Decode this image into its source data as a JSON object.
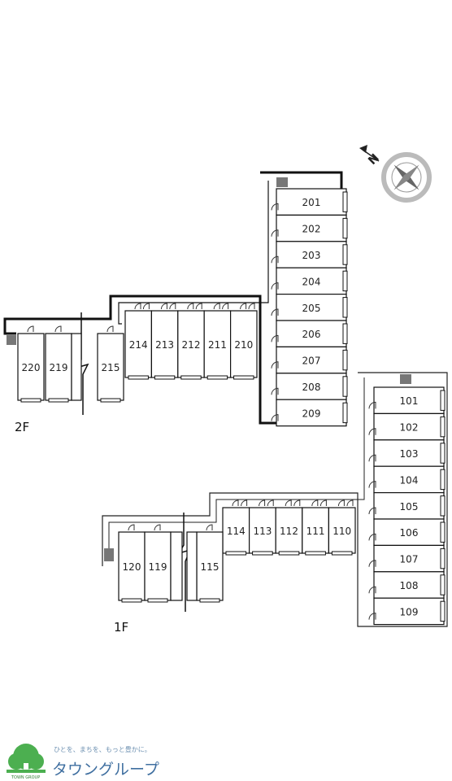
{
  "floors": {
    "second": {
      "label": "2F",
      "units_right": [
        "201",
        "202",
        "203",
        "204",
        "205",
        "206",
        "207",
        "208",
        "209"
      ],
      "units_row": [
        "214",
        "213",
        "212",
        "211",
        "210"
      ],
      "units_left": [
        "220",
        "219",
        "215"
      ]
    },
    "first": {
      "label": "1F",
      "units_right": [
        "101",
        "102",
        "103",
        "104",
        "105",
        "106",
        "107",
        "108",
        "109"
      ],
      "units_row": [
        "114",
        "113",
        "112",
        "111",
        "110"
      ],
      "units_left": [
        "120",
        "119",
        "115"
      ]
    }
  },
  "compass": {
    "label": "N",
    "icon": "compass-icon"
  },
  "logo": {
    "tagline": "ひとを、まちを、もっと豊かに。",
    "name": "タウングループ",
    "sub": "TOWN GROUP",
    "color": "#3f6fa0",
    "tree_color": "#4caf50"
  }
}
